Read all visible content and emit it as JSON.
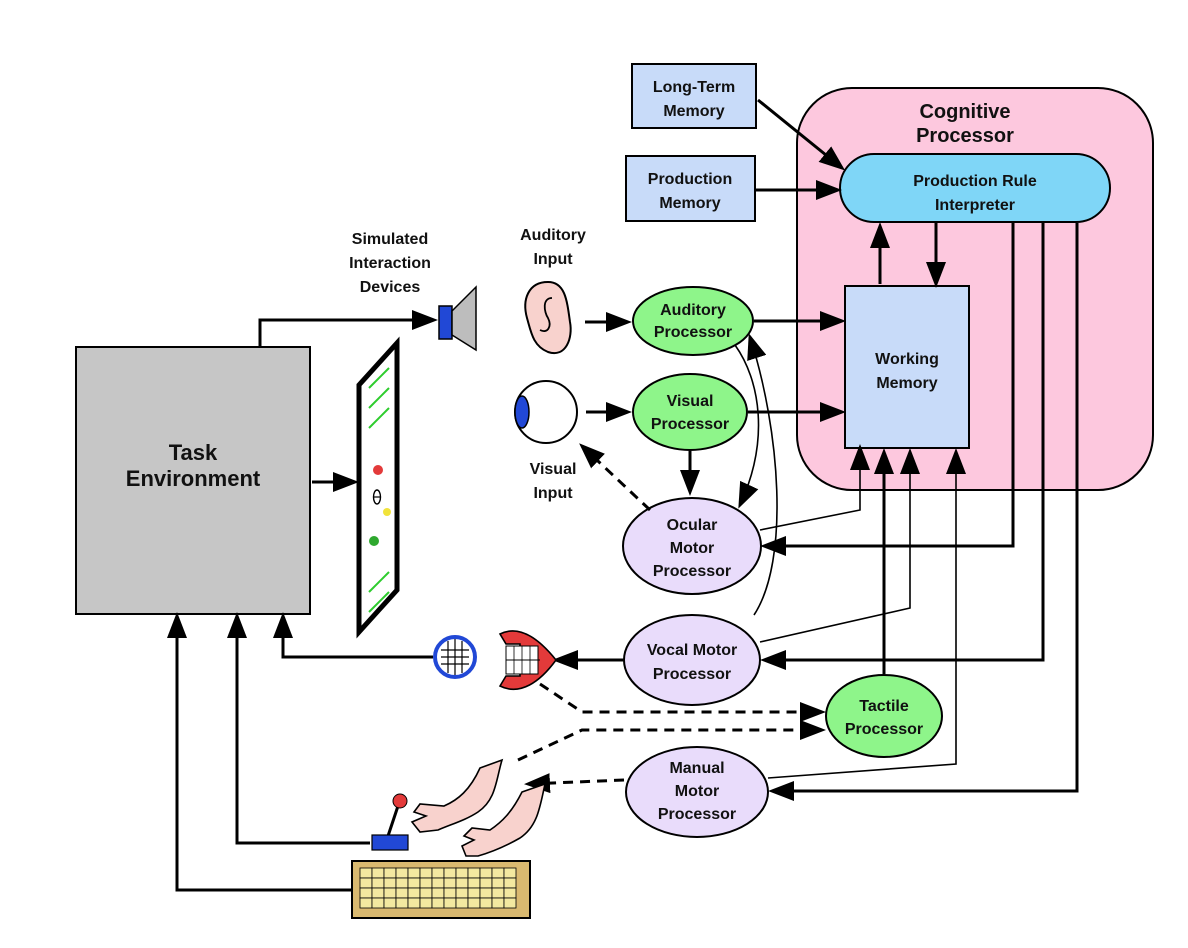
{
  "cognitive_processor": {
    "line1": "Cognitive",
    "line2": "Processor"
  },
  "long_term_memory": {
    "line1": "Long-Term",
    "line2": "Memory"
  },
  "production_memory": {
    "line1": "Production",
    "line2": "Memory"
  },
  "production_rule_interpreter": {
    "line1": "Production Rule",
    "line2": "Interpreter"
  },
  "working_memory": {
    "line1": "Working",
    "line2": "Memory"
  },
  "auditory_processor": {
    "line1": "Auditory",
    "line2": "Processor"
  },
  "visual_processor": {
    "line1": "Visual",
    "line2": "Processor"
  },
  "ocular_motor_processor": {
    "line1": "Ocular",
    "line2": "Motor",
    "line3": "Processor"
  },
  "vocal_motor_processor": {
    "line1": "Vocal Motor",
    "line2": "Processor"
  },
  "tactile_processor": {
    "line1": "Tactile",
    "line2": "Processor"
  },
  "manual_motor_processor": {
    "line1": "Manual",
    "line2": "Motor",
    "line3": "Processor"
  },
  "task_environment": {
    "line1": "Task",
    "line2": "Environment"
  },
  "simulated_devices": {
    "line1": "Simulated",
    "line2": "Interaction",
    "line3": "Devices"
  },
  "auditory_input": {
    "line1": "Auditory",
    "line2": "Input"
  },
  "visual_input": {
    "line1": "Visual",
    "line2": "Input"
  },
  "colors": {
    "cognitive_bg": "#fdc8de",
    "memory_box": "#c8dbf9",
    "interpreter": "#7fd6f7",
    "perceptual": "#8ef58a",
    "motor": "#e9dcfb",
    "task_env": "#c6c6c6",
    "keyboard": "#d9b970",
    "device_blue": "#2148d6",
    "lips": "#e33a3a",
    "skin": "#f8d2cd"
  },
  "icons": [
    "speaker-icon",
    "display-screen-icon",
    "ear-icon",
    "eye-icon",
    "microphone-grid-icon",
    "mouth-icon",
    "hand-icon",
    "joystick-icon",
    "keyboard-icon"
  ]
}
